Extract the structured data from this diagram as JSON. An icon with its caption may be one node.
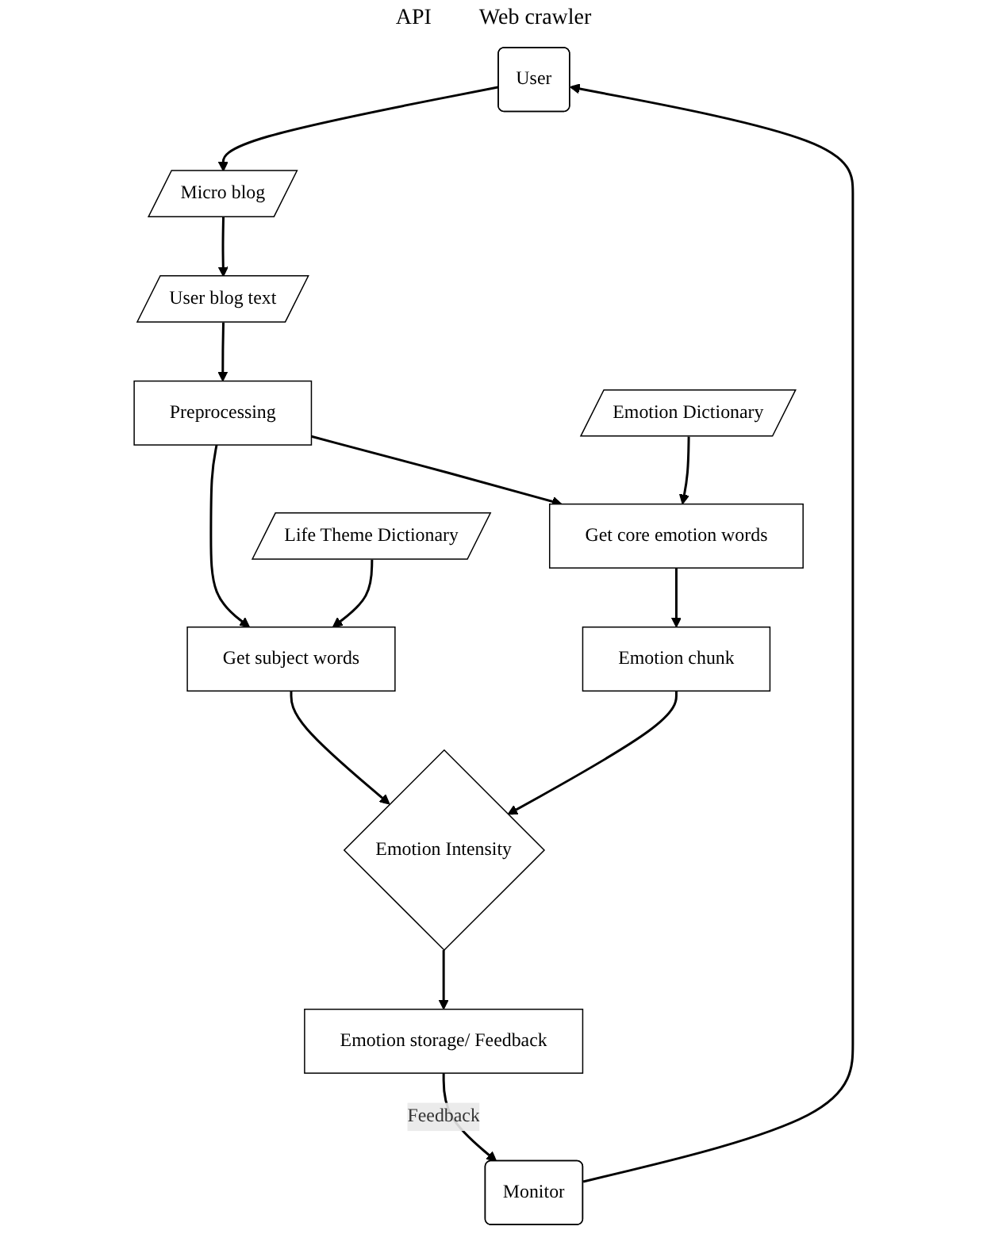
{
  "diagram": {
    "nodes": [
      {
        "text": [
          "User"
        ]
      },
      {
        "text": [
          "Micro blog"
        ]
      },
      {
        "text": [
          "User blog text"
        ]
      },
      {
        "text": [
          "Preprocessing"
        ]
      },
      {
        "text": [
          "Life Theme Dictionary"
        ]
      },
      {
        "text": [
          "Emotion Dictionary"
        ]
      },
      {
        "text": [
          "Get subject words"
        ]
      },
      {
        "text": [
          "Get core emotion words"
        ]
      },
      {
        "text": [
          "Emotion chunk"
        ]
      },
      {
        "text": [
          "Emotion Intensity"
        ]
      },
      {
        "text": [
          "Emotion storage/ Feedback"
        ]
      },
      {
        "text": [
          "Monitor"
        ]
      }
    ],
    "edges": [
      {
        "from": 0,
        "to": 1,
        "arrow": "to"
      },
      {
        "from": 1,
        "to": 2,
        "arrow": "to"
      },
      {
        "from": 2,
        "to": 3,
        "arrow": "to"
      },
      {
        "from": 3,
        "to": 6,
        "arrow": "to"
      },
      {
        "from": 4,
        "to": 6,
        "arrow": "to"
      },
      {
        "from": 3,
        "to": 7,
        "arrow": "to"
      },
      {
        "from": 5,
        "to": 7,
        "arrow": "to"
      },
      {
        "from": 7,
        "to": 8,
        "arrow": "to"
      },
      {
        "from": 6,
        "to": 9,
        "arrow": "to"
      },
      {
        "from": 8,
        "to": 9,
        "arrow": "to"
      },
      {
        "from": 9,
        "to": 10,
        "arrow": "to"
      },
      {
        "from": 10,
        "to": 11,
        "label": "Feedback",
        "arrow": "to"
      },
      {
        "from": 11,
        "to": 0,
        "arrow": "to"
      }
    ],
    "labels": [
      "API",
      "Web crawler"
    ]
  }
}
